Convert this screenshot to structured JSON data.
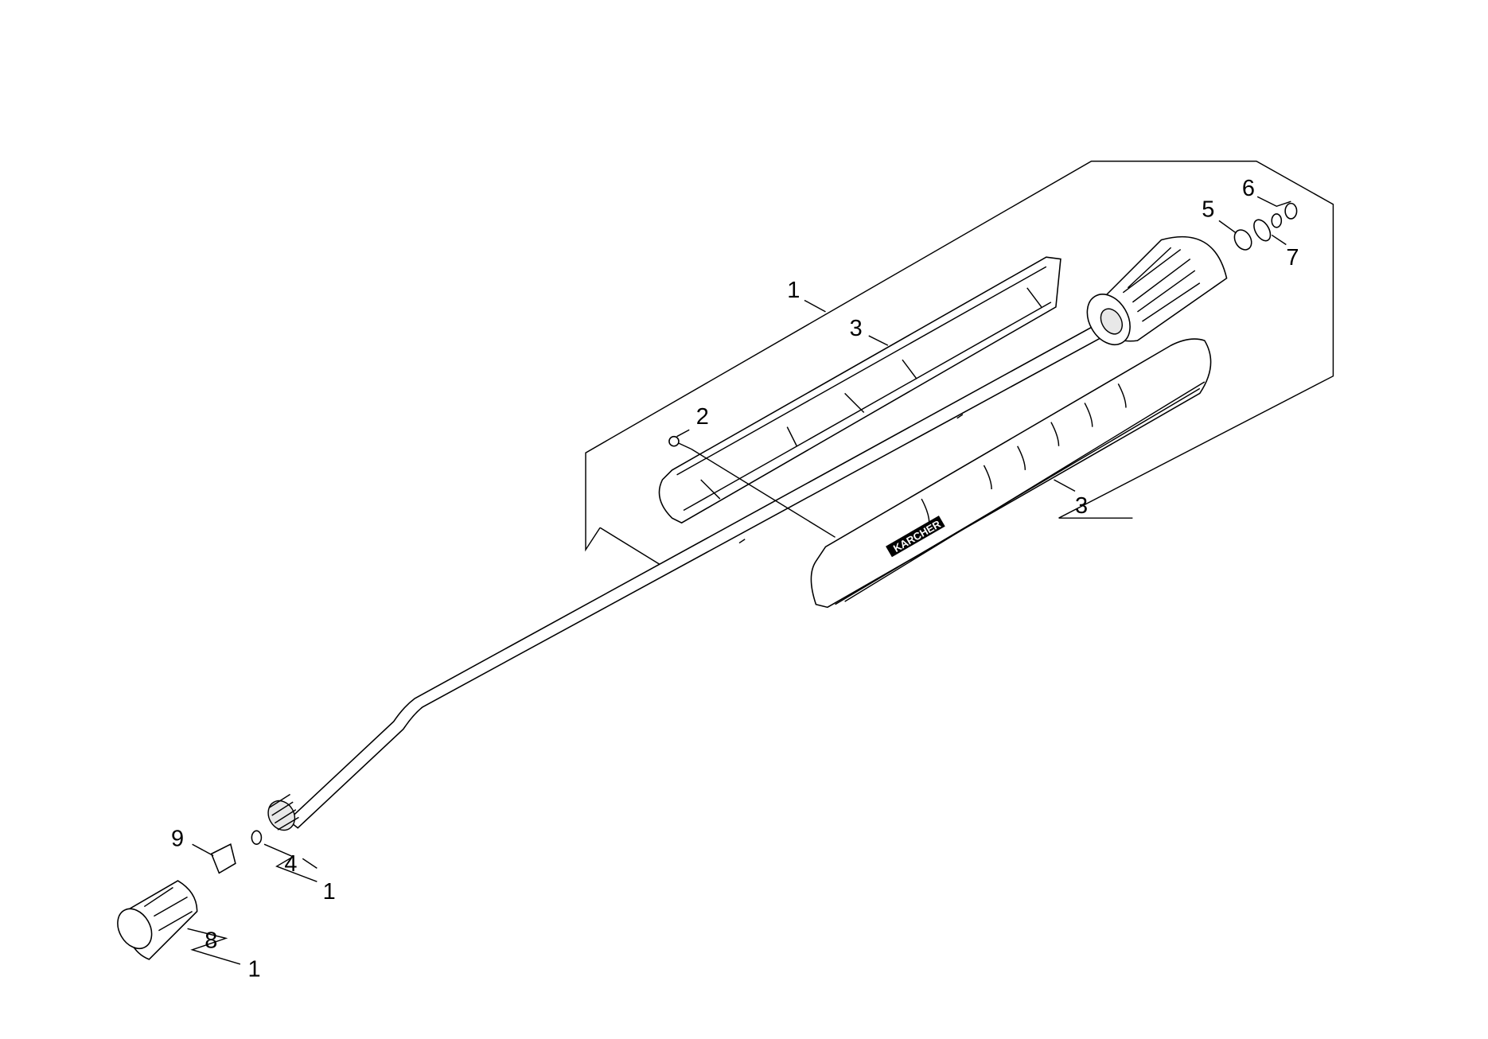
{
  "diagram": {
    "type": "exploded-parts-view",
    "callouts": [
      {
        "id": "c1-top",
        "label": "1"
      },
      {
        "id": "c3-upper",
        "label": "3"
      },
      {
        "id": "c2",
        "label": "2"
      },
      {
        "id": "c3-lower",
        "label": "3"
      },
      {
        "id": "c5",
        "label": "5"
      },
      {
        "id": "c6",
        "label": "6"
      },
      {
        "id": "c7",
        "label": "7"
      },
      {
        "id": "c9",
        "label": "9"
      },
      {
        "id": "c4",
        "label": "4"
      },
      {
        "id": "c1-mid",
        "label": "1"
      },
      {
        "id": "c8",
        "label": "8"
      },
      {
        "id": "c1-bottom",
        "label": "1"
      }
    ],
    "brand_logo": "KARCHER"
  }
}
